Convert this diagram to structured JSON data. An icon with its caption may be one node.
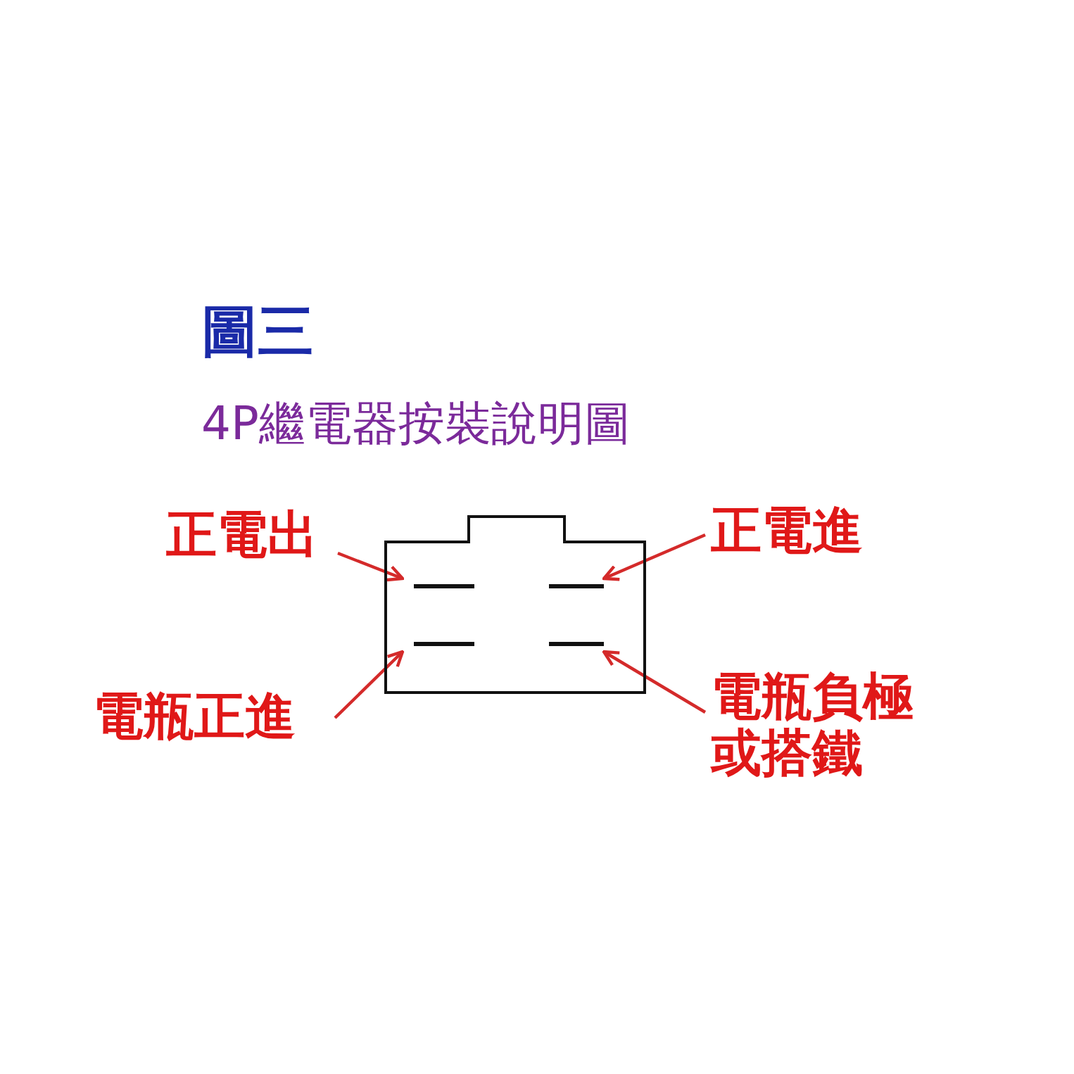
{
  "diagram": {
    "title": "圖三",
    "nodes": [
      {
        "text": [],
        "shape": "box"
      },
      {
        "text": [],
        "shape": "bar",
        "in": 0
      },
      {
        "text": [],
        "shape": "bar",
        "in": 0
      },
      {
        "text": [],
        "shape": "bar",
        "in": 0
      },
      {
        "text": [],
        "shape": "bar",
        "in": 0
      },
      {
        "text": [
          "正電出"
        ]
      },
      {
        "text": [
          "正電進"
        ]
      },
      {
        "text": [
          "電瓶正進"
        ]
      },
      {
        "text": [
          "電瓶負極或搭鐵"
        ]
      }
    ],
    "edges": [
      {
        "from": 5,
        "to": 1,
        "arrow": "to"
      },
      {
        "from": 6,
        "to": 2,
        "arrow": "to"
      },
      {
        "from": 7,
        "to": 3,
        "arrow": "to"
      },
      {
        "from": 8,
        "to": 4,
        "arrow": "to"
      }
    ],
    "labels": [
      "4P繼電器按裝說明圖"
    ]
  }
}
